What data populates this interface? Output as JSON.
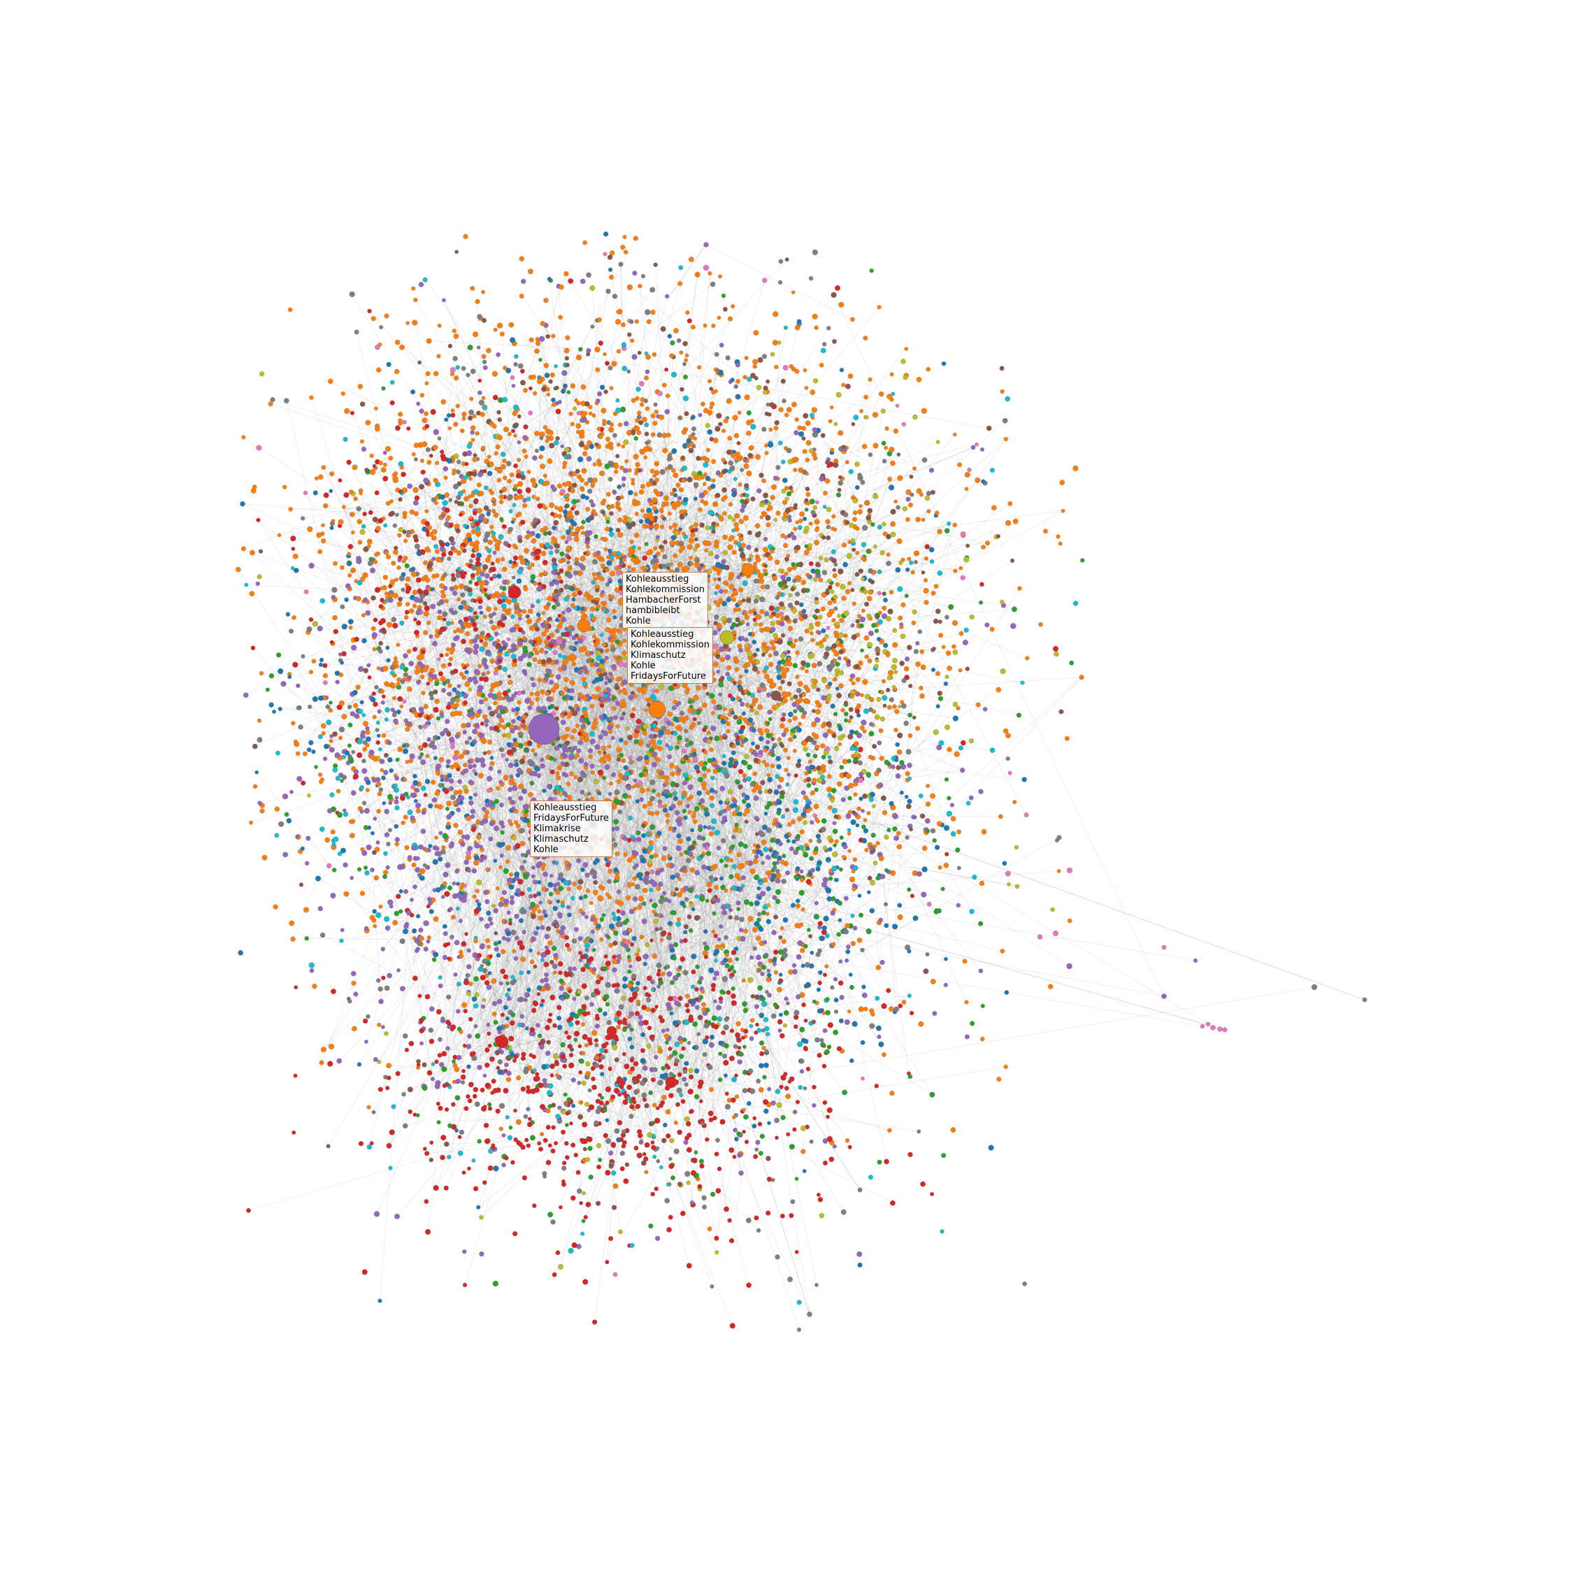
{
  "annotations": [
    {
      "lines": [
        "Kohleausstieg",
        "Kohlekommission",
        "HambacherForst",
        "hambibleibt",
        "Kohle"
      ]
    },
    {
      "lines": [
        "Kohleausstieg",
        "Kohlekommission",
        "Klimaschutz",
        "Kohle",
        "FridaysForFuture"
      ]
    },
    {
      "lines": [
        "Kohleausstieg",
        "FridaysForFuture",
        "Klimakrise",
        "Klimaschutz",
        "Kohle"
      ]
    }
  ],
  "palette": {
    "orange": "#ff7f0e",
    "purple": "#9467bd",
    "red": "#d62728",
    "blue": "#1f77b4",
    "green": "#2ca02c",
    "brown": "#8c564b",
    "pink": "#e377c2",
    "gray": "#7f7f7f",
    "olive": "#bcbd22",
    "cyan": "#17becf",
    "edge": "#9a9a9a"
  }
}
